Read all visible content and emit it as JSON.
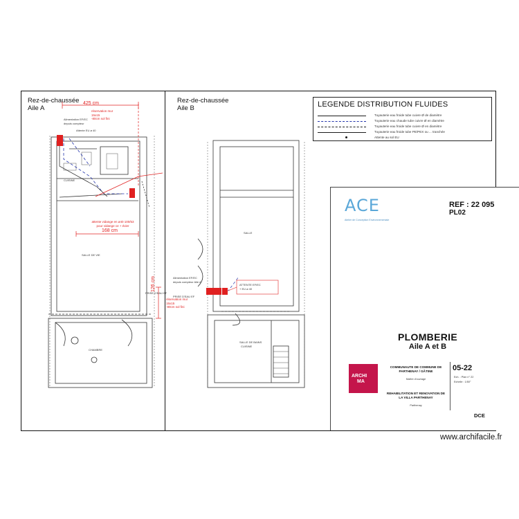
{
  "plan_a": {
    "title_1": "Rez-de-chaussée",
    "title_2": "Aile A",
    "dim_top": "425 cm",
    "dim_mid": "168 cm",
    "dim_side": "126 cm",
    "note_reservation": "réservation mur",
    "note_reservation_size": "15x15",
    "note_reservation_height": "-80cm sol fini",
    "note_attente": "attente vidange en ø40 100/53",
    "note_attente_2": "pour vidange ce + évier",
    "note_reservation_b": "réservation mur",
    "note_reservation_b_size": "15x15",
    "note_reservation_b_height": "-80cm sol fini"
  },
  "plan_b": {
    "title_1": "Rez-de-chaussée",
    "title_2": "Aile B"
  },
  "legend": {
    "title": "LEGENDE DISTRIBUTION FLUIDES",
    "rows": [
      {
        "text": "Tuyauterie eau froide tube cuivre Ø de diamètre",
        "color": "#1a1a1a",
        "style": "solid"
      },
      {
        "text": "Tuyauterie eau chaude tube cuivre Ø en diamètre",
        "color": "#2233aa",
        "style": "dashed"
      },
      {
        "text": "Tuyauterie eau froide tube cuivre Ø en diamètre",
        "color": "#1a1a1a",
        "style": "dashed"
      },
      {
        "text": "Tuyauterie eau froide tube PE/PEX ou ... tranchée",
        "color": "#1a1a1a",
        "style": "solid"
      },
      {
        "text": "Attente au sol EU",
        "color": "#1a1a1a",
        "style": "dot"
      }
    ]
  },
  "cartouche": {
    "logo": "ACE",
    "logo_sub": "Atelier de Conception Environnementale",
    "ref_label": "REF : 22 095",
    "ref_code": "PL02",
    "title": "PLOMBERIE",
    "subtitle": "Aile A et B",
    "archi_logo_1": "ARCHI",
    "archi_logo_2": "MA",
    "client": "COMMUNAUTE DE COMMUNE DE PARTHENAY / GÂTINE",
    "client_sub": "Maître d'ouvrage",
    "project": "REHABILITATION ET RENOVATION DE LA VILLA PARTHENAY",
    "project_sub": "Parthenay",
    "date": "05-22",
    "meta_1": "Ech. : Plan n° 22",
    "meta_2": "Echelle : 1/50°",
    "phase": "DCE"
  },
  "watermark": "www.archifacile.fr",
  "colors": {
    "accent_red": "#e02020",
    "logo_blue": "#5aa7d8",
    "archi_magenta": "#c4154b"
  }
}
